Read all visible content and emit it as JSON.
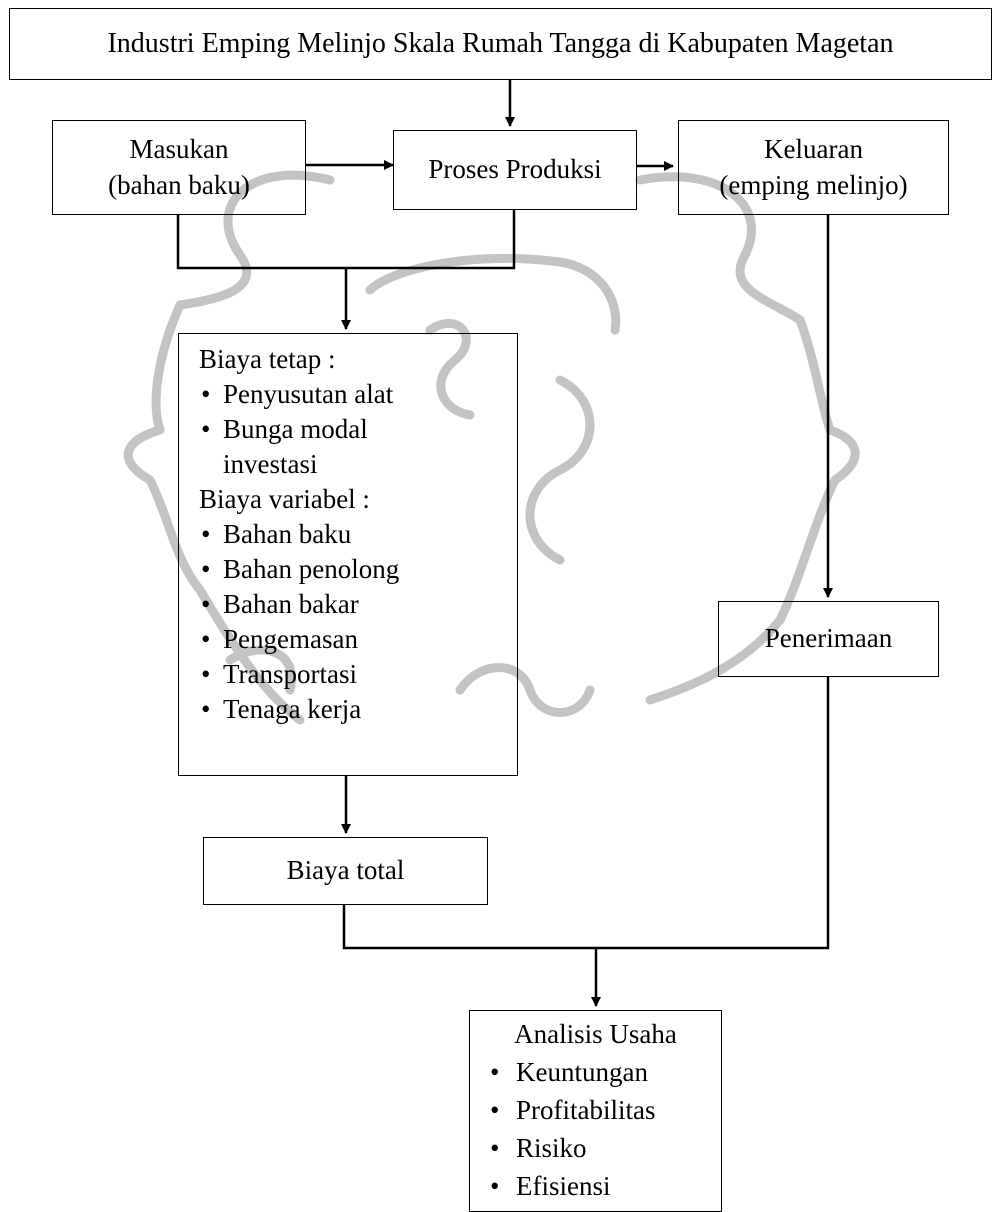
{
  "watermark": {
    "text": "... ... ...",
    "color": "#b5b5b5"
  },
  "header": {
    "title": "Industri Emping Melinjo Skala Rumah Tangga di Kabupaten Magetan"
  },
  "masukan": {
    "line1": "Masukan",
    "line2": "(bahan baku)"
  },
  "proses": {
    "label": "Proses Produksi"
  },
  "keluaran": {
    "line1": "Keluaran",
    "line2": "(emping melinjo)"
  },
  "biaya": {
    "tetap_title": "Biaya tetap :",
    "tetap_items": [
      "Penyusutan alat",
      "Bunga modal",
      "investasi"
    ],
    "variabel_title": "Biaya variabel :",
    "variabel_items": [
      "Bahan baku",
      "Bahan penolong",
      "Bahan bakar",
      "Pengemasan",
      "Transportasi",
      "Tenaga kerja"
    ]
  },
  "penerimaan": {
    "label": "Penerimaan"
  },
  "biaya_total": {
    "label": "Biaya total"
  },
  "analisis": {
    "title": "Analisis Usaha",
    "items": [
      "Keuntungan",
      "Profitabilitas",
      "Risiko",
      "Efisiensi"
    ]
  }
}
